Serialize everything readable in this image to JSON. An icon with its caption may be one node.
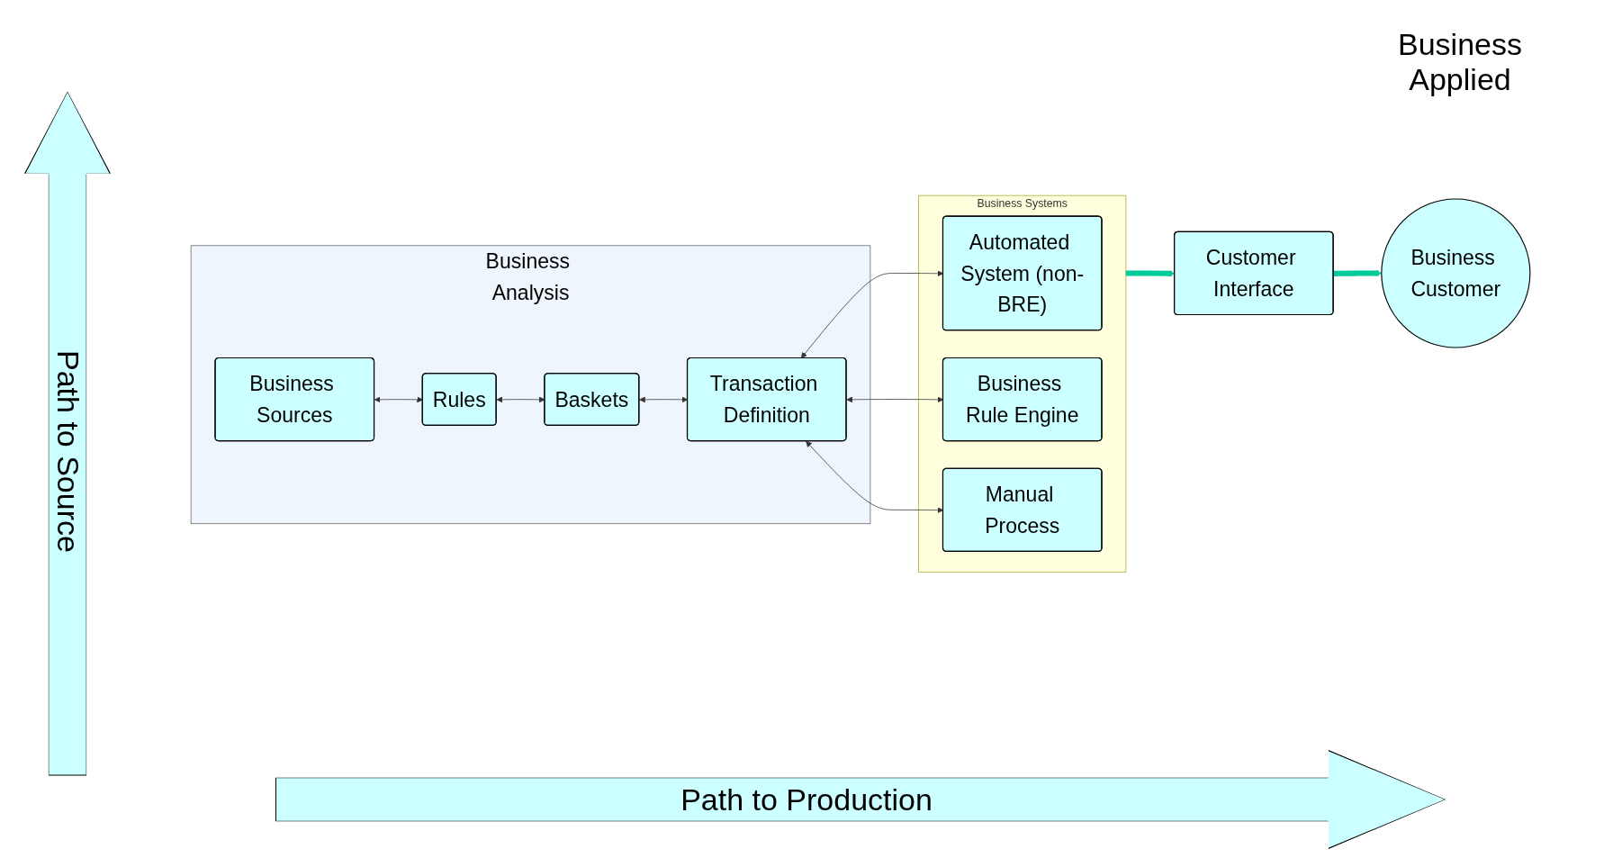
{
  "diagram": {
    "nodes": [
      {
        "text": [
          "Business Analysis"
        ]
      },
      {
        "text": [
          "Business Sources"
        ],
        "in": 0
      },
      {
        "text": [
          "Rules"
        ],
        "in": 0
      },
      {
        "text": [
          "Baskets"
        ],
        "in": 0
      },
      {
        "text": [
          "Transaction Definition"
        ],
        "in": 0
      },
      {
        "text": [
          "Business Systems"
        ]
      },
      {
        "text": [
          "Automated System (non-BRE)"
        ],
        "in": 5
      },
      {
        "text": [
          "Business Rule Engine"
        ],
        "in": 5
      },
      {
        "text": [
          "Manual Process"
        ],
        "in": 5
      },
      {
        "text": [
          "Customer Interface"
        ]
      },
      {
        "text": [
          "Business Customer"
        ]
      }
    ],
    "edges": [
      {
        "from": 1,
        "to": 2,
        "arrow": "both"
      },
      {
        "from": 2,
        "to": 3,
        "arrow": "both"
      },
      {
        "from": 3,
        "to": 4,
        "arrow": "both"
      },
      {
        "from": 4,
        "to": 6,
        "arrow": "both"
      },
      {
        "from": 4,
        "to": 7,
        "arrow": "both"
      },
      {
        "from": 4,
        "to": 8,
        "arrow": "both"
      },
      {
        "from": 5,
        "to": 9,
        "arrow": "to",
        "style": "thick",
        "color": "#00cc99"
      },
      {
        "from": 9,
        "to": 10,
        "arrow": "to",
        "style": "thick",
        "color": "#00cc99"
      }
    ],
    "labels": [
      "Business Applied",
      "Path to Source",
      "Path to Production"
    ]
  }
}
